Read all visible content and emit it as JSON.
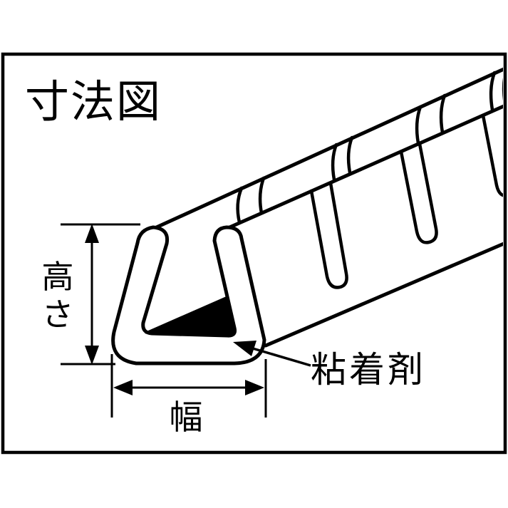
{
  "figure": {
    "title": "寸法図",
    "labels": {
      "height": "高さ",
      "height_chars": [
        "高",
        "さ"
      ],
      "width": "幅",
      "adhesive": "粘着剤"
    },
    "colors": {
      "line": "#000000",
      "background": "#ffffff",
      "adhesive_fill": "#000000"
    }
  }
}
